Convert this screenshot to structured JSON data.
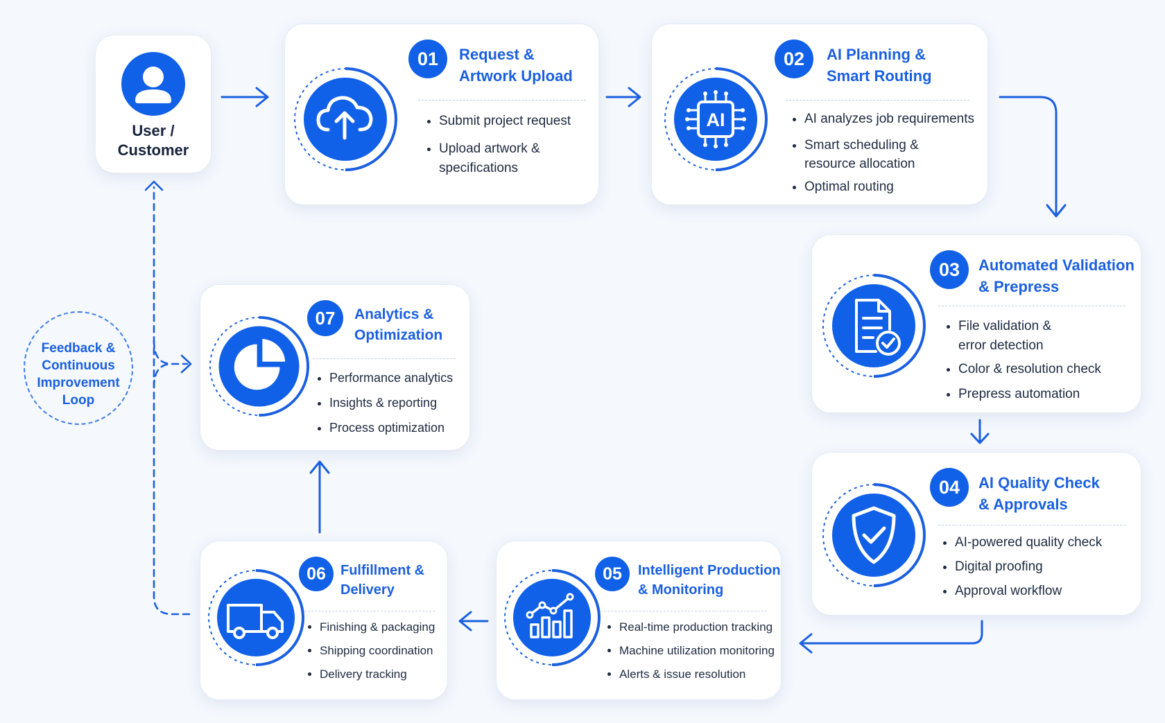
{
  "user": {
    "label": "User /\nCustomer",
    "icon": "user-icon"
  },
  "steps": [
    {
      "num": "01",
      "title": "Request &\nArtwork Upload",
      "icon": "cloud-upload-icon",
      "bullets": [
        "Submit project request",
        "Upload artwork &\nspecifications"
      ]
    },
    {
      "num": "02",
      "title": "AI Planning &\nSmart Routing",
      "icon": "ai-chip-icon",
      "icon_text": "AI",
      "bullets": [
        "AI analyzes job requirements",
        "Smart scheduling &\nresource allocation",
        "Optimal routing"
      ]
    },
    {
      "num": "03",
      "title": "Automated Validation\n& Prepress",
      "icon": "document-check-icon",
      "bullets": [
        "File validation &\nerror detection",
        "Color & resolution check",
        "Prepress automation"
      ]
    },
    {
      "num": "04",
      "title": "AI Quality Check\n& Approvals",
      "icon": "shield-check-icon",
      "bullets": [
        "AI-powered quality check",
        "Digital proofing",
        "Approval workflow"
      ]
    },
    {
      "num": "05",
      "title": "Intelligent Production\n& Monitoring",
      "icon": "chart-growth-icon",
      "bullets": [
        "Real-time production tracking",
        "Machine utilization monitoring",
        "Alerts & issue resolution"
      ]
    },
    {
      "num": "06",
      "title": "Fulfillment &\nDelivery",
      "icon": "truck-icon",
      "bullets": [
        "Finishing & packaging",
        "Shipping coordination",
        "Delivery tracking"
      ]
    },
    {
      "num": "07",
      "title": "Analytics &\nOptimization",
      "icon": "pie-chart-icon",
      "bullets": [
        "Performance analytics",
        "Insights & reporting",
        "Process optimization"
      ]
    }
  ],
  "feedback_loop": {
    "label": "Feedback &\nContinuous\nImprovement\nLoop"
  },
  "colors": {
    "primary": "#1060e8",
    "title": "#1a5fe0",
    "background": "#f5f8fd",
    "card": "#ffffff"
  }
}
